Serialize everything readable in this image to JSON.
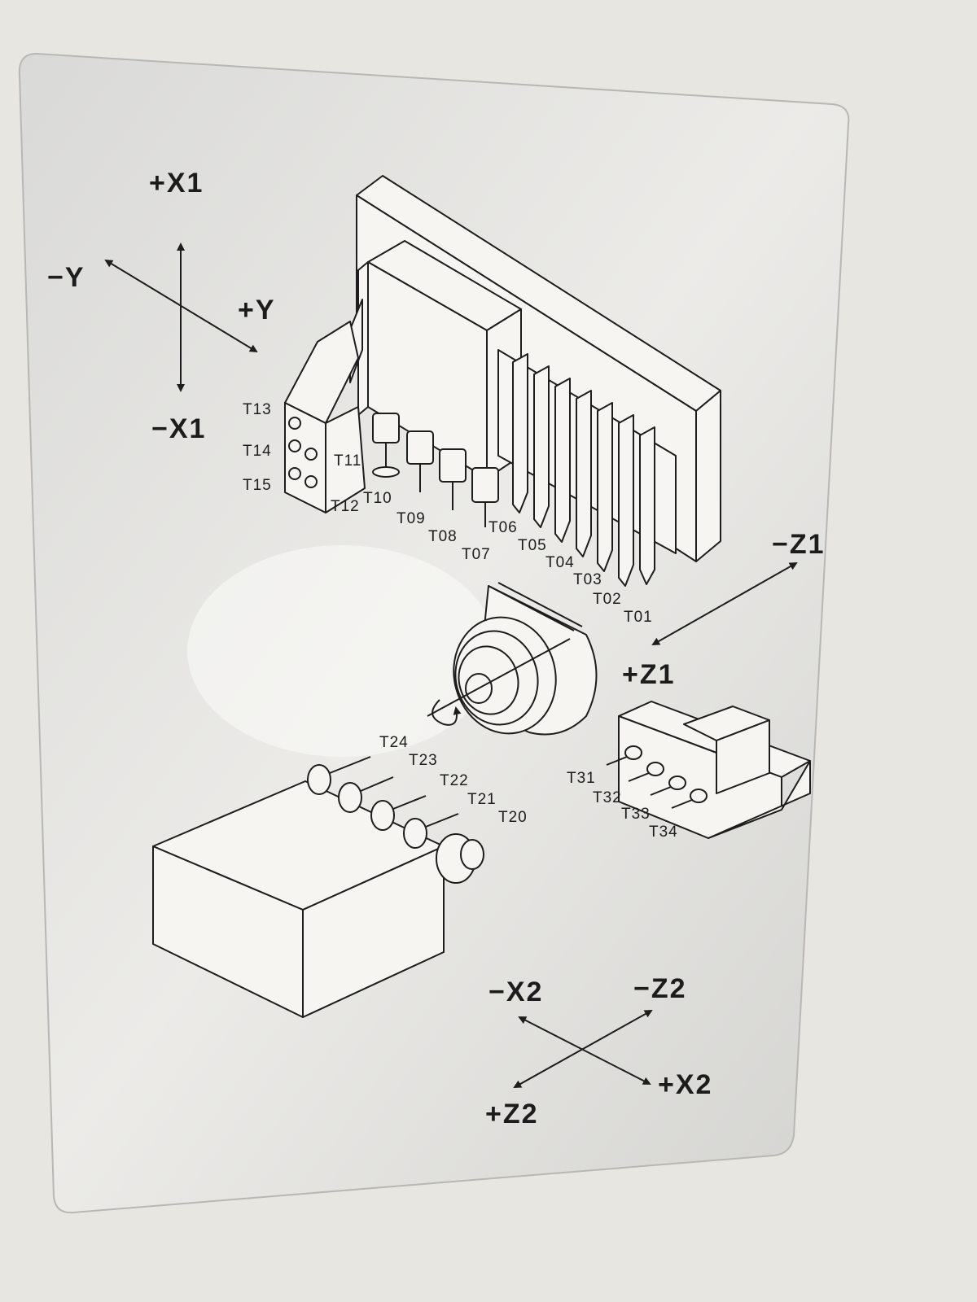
{
  "axes": {
    "plus_x1": "+X1",
    "minus_x1": "−X1",
    "minus_y": "−Y",
    "plus_y": "+Y",
    "minus_z1": "−Z1",
    "plus_z1": "+Z1",
    "minus_x2": "−X2",
    "plus_x2": "+X2",
    "minus_z2": "−Z2",
    "plus_z2": "+Z2"
  },
  "tools": {
    "t01": "T01",
    "t02": "T02",
    "t03": "T03",
    "t04": "T04",
    "t05": "T05",
    "t06": "T06",
    "t07": "T07",
    "t08": "T08",
    "t09": "T09",
    "t10": "T10",
    "t11": "T11",
    "t12": "T12",
    "t13": "T13",
    "t14": "T14",
    "t15": "T15",
    "t20": "T20",
    "t21": "T21",
    "t22": "T22",
    "t23": "T23",
    "t24": "T24",
    "t31": "T31",
    "t32": "T32",
    "t33": "T33",
    "t34": "T34"
  }
}
